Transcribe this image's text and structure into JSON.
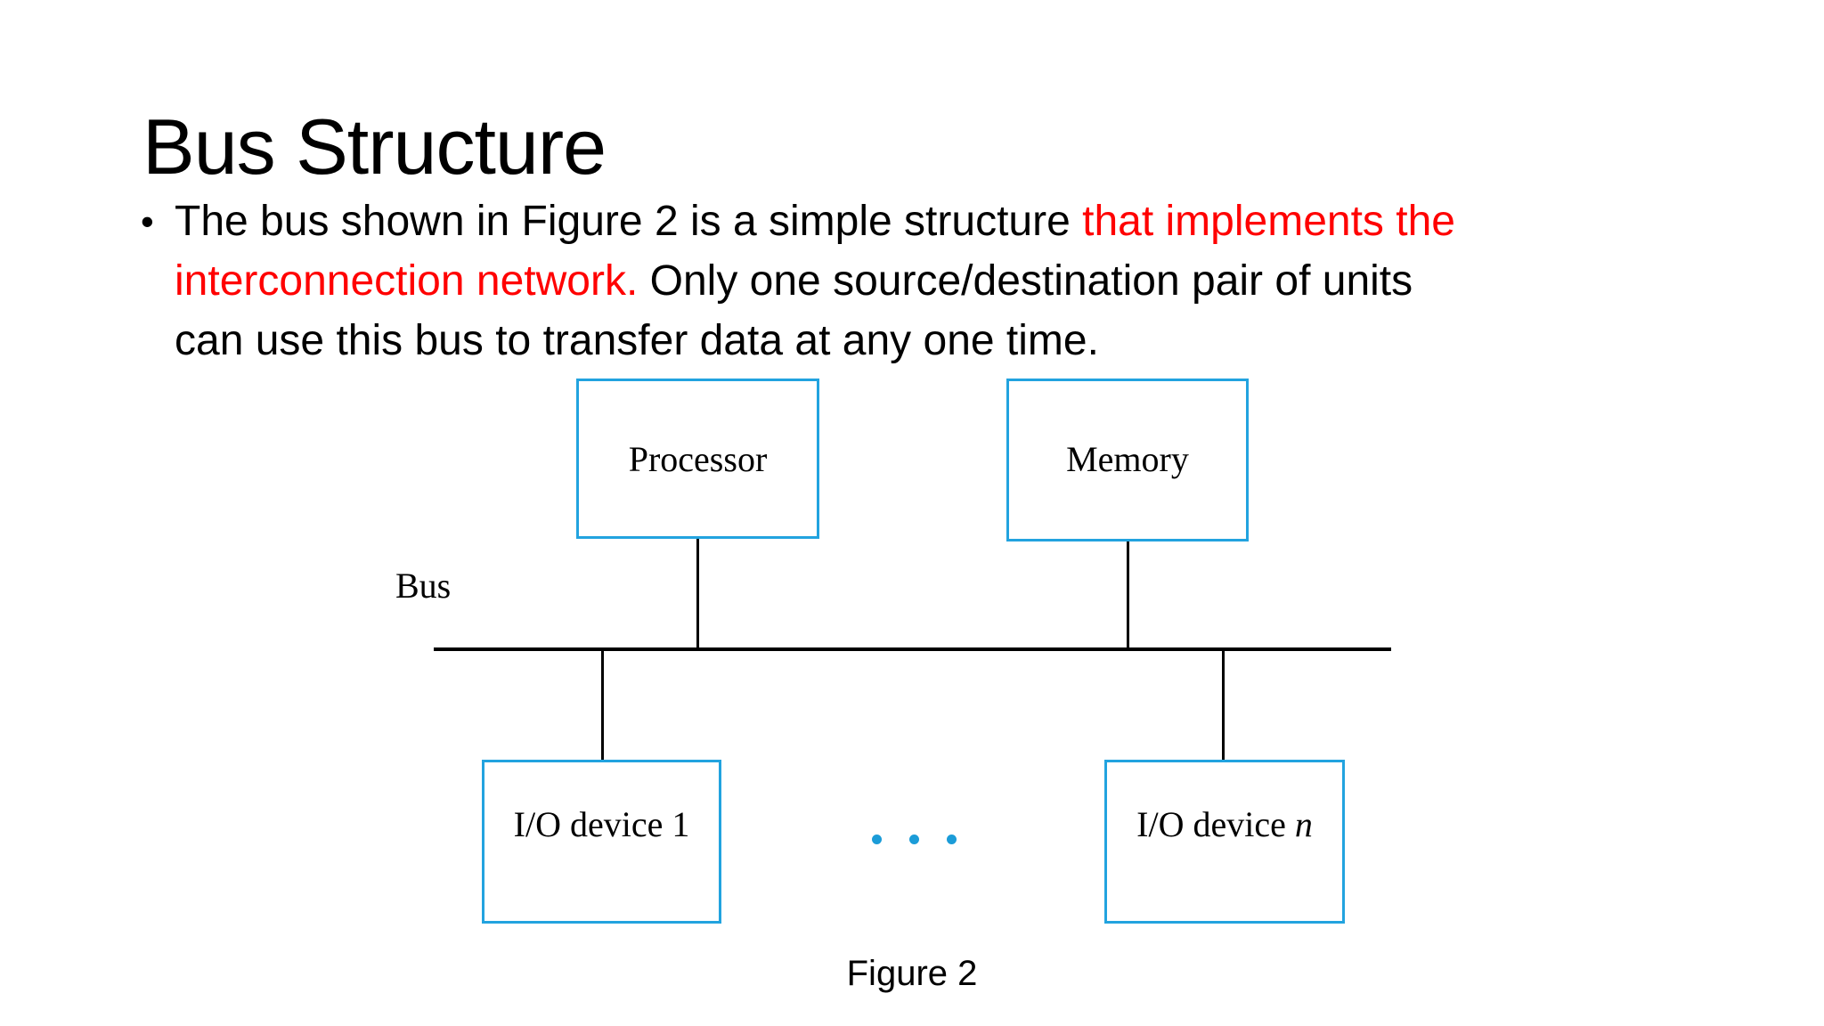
{
  "slide": {
    "title": "Bus Structure",
    "bullet_marker": "•",
    "bullet_lines": [
      {
        "runs": [
          {
            "text": "The bus shown in Figure 2 is a simple structure ",
            "style": "normal"
          },
          {
            "text": "that implements the",
            "style": "red"
          }
        ]
      },
      {
        "runs": [
          {
            "text": "interconnection network.",
            "style": "red"
          },
          {
            "text": " Only one source/destination pair of units",
            "style": "normal"
          }
        ]
      },
      {
        "runs": [
          {
            "text": "can use this bus to transfer data at any one time.",
            "style": "normal"
          }
        ]
      }
    ]
  },
  "diagram": {
    "processor_label": "Processor",
    "memory_label": "Memory",
    "io1_label": "I/O device 1",
    "ion_label_prefix": "I/O device ",
    "ion_label_var": "n",
    "bus_label": "Bus",
    "ellipsis_dot_count": 3,
    "colors": {
      "box_border": "#22A3DF",
      "dots": "#1B9CD8",
      "red_text": "#FF0000",
      "text": "#000000",
      "background": "#FFFFFF"
    }
  },
  "caption": "Figure 2"
}
